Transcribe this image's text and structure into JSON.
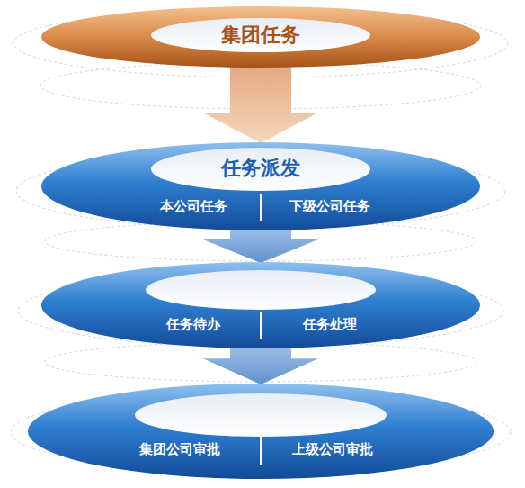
{
  "diagram": {
    "nodes": [
      {
        "text": [
          "集团任务"
        ]
      },
      {
        "text": [
          "任务派发",
          "本公司任务",
          "下级公司任务"
        ]
      },
      {
        "text": [
          "任务待办",
          "任务处理"
        ]
      },
      {
        "text": [
          "集团公司审批",
          "上级公司审批"
        ]
      }
    ],
    "edges": [
      {
        "from": 0,
        "to": 1,
        "arrow": "to"
      },
      {
        "from": 1,
        "to": 2,
        "arrow": "to"
      },
      {
        "from": 2,
        "to": 3,
        "arrow": "to"
      }
    ]
  }
}
